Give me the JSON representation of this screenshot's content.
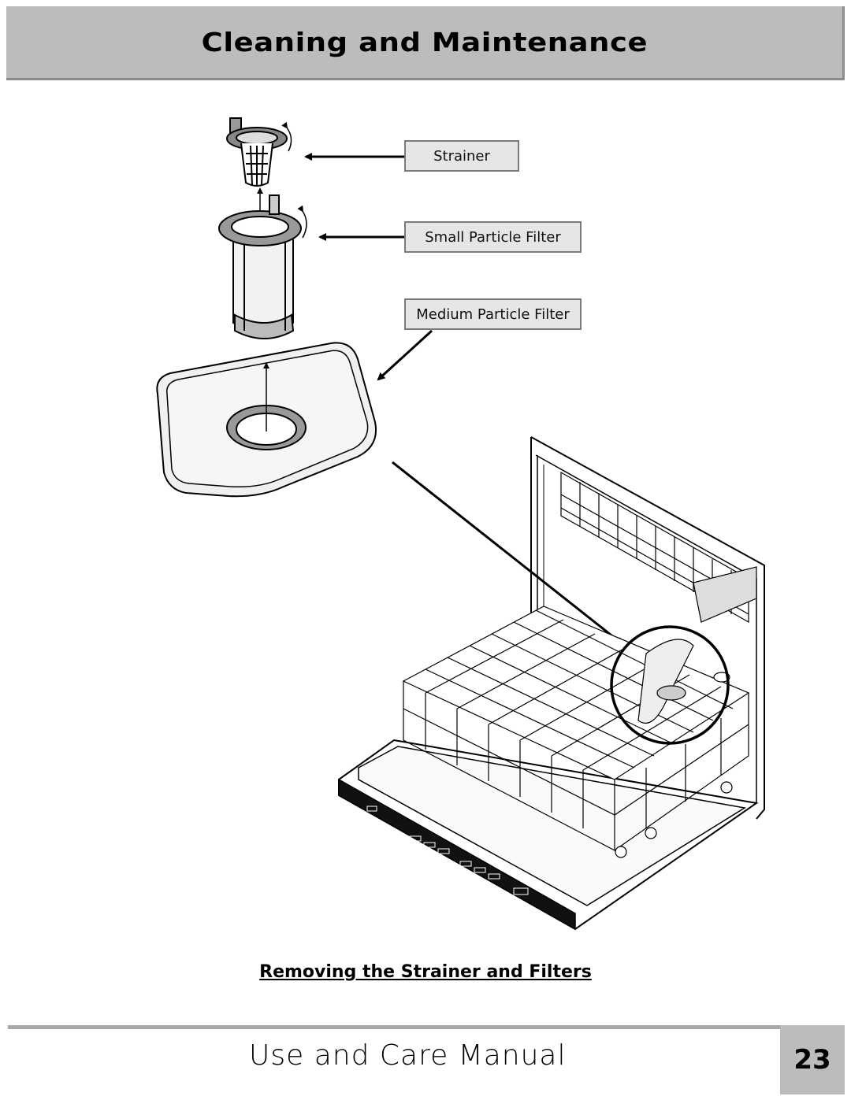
{
  "header": {
    "title": "Cleaning and Maintenance"
  },
  "labels": {
    "strainer": "Strainer",
    "small_particle_filter": "Small Particle Filter",
    "medium_particle_filter": "Medium Particle Filter"
  },
  "caption": "Removing the Strainer and Filters",
  "footer": {
    "title": "Use and Care Manual",
    "page_number": "23"
  },
  "colors": {
    "header_bg": "#bcbcbc",
    "label_bg": "#e6e6e6",
    "rule": "#a8a8a8"
  }
}
